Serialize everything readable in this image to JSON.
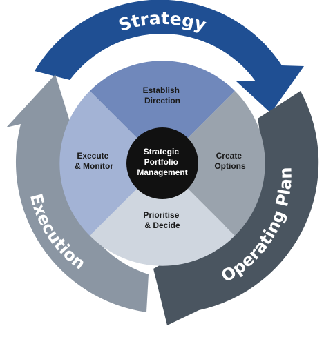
{
  "colors": {
    "strategy": "#1f4f93",
    "operating_plan": "#4a5560",
    "execution": "#8b96a3",
    "quad_top": "#7088bb",
    "quad_right": "#9aa3ad",
    "quad_bottom": "#cfd6df",
    "quad_left": "#a3b3d5",
    "center": "#111111"
  },
  "cycle": {
    "strategy": "Strategy",
    "operating_plan": "Operating Plan",
    "execution": "Execution"
  },
  "quadrants": {
    "top": [
      "Establish",
      "Direction"
    ],
    "right": [
      "Create",
      "Options"
    ],
    "bottom": [
      "Prioritise",
      "& Decide"
    ],
    "left": [
      "Execute",
      "& Monitor"
    ]
  },
  "center": [
    "Strategic",
    "Portfolio",
    "Management"
  ]
}
